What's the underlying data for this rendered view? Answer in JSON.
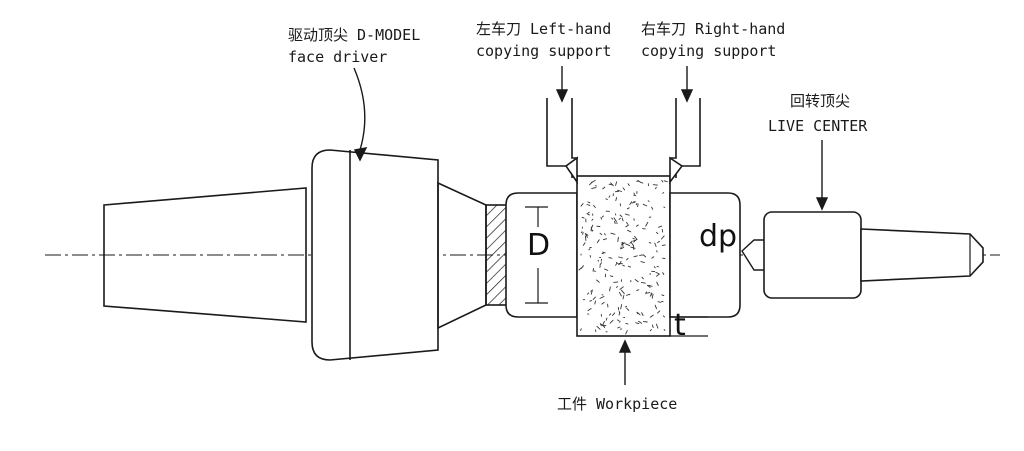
{
  "labels": {
    "face_driver_cn": "驱动顶尖 D-MODEL",
    "face_driver_en": "face driver",
    "left_support_cn": "左车刀 Left-hand",
    "left_support_en": "copying support",
    "right_support_cn": "右车刀 Right-hand",
    "right_support_en": "copying support",
    "live_center_cn": "回转顶尖",
    "live_center_en": "LIVE CENTER",
    "workpiece": "工件 Workpiece"
  },
  "dimensions": {
    "diameter": "D",
    "dp": "dp",
    "thickness": "t"
  },
  "colors": {
    "line": "#1a1a1a",
    "background": "#ffffff"
  }
}
